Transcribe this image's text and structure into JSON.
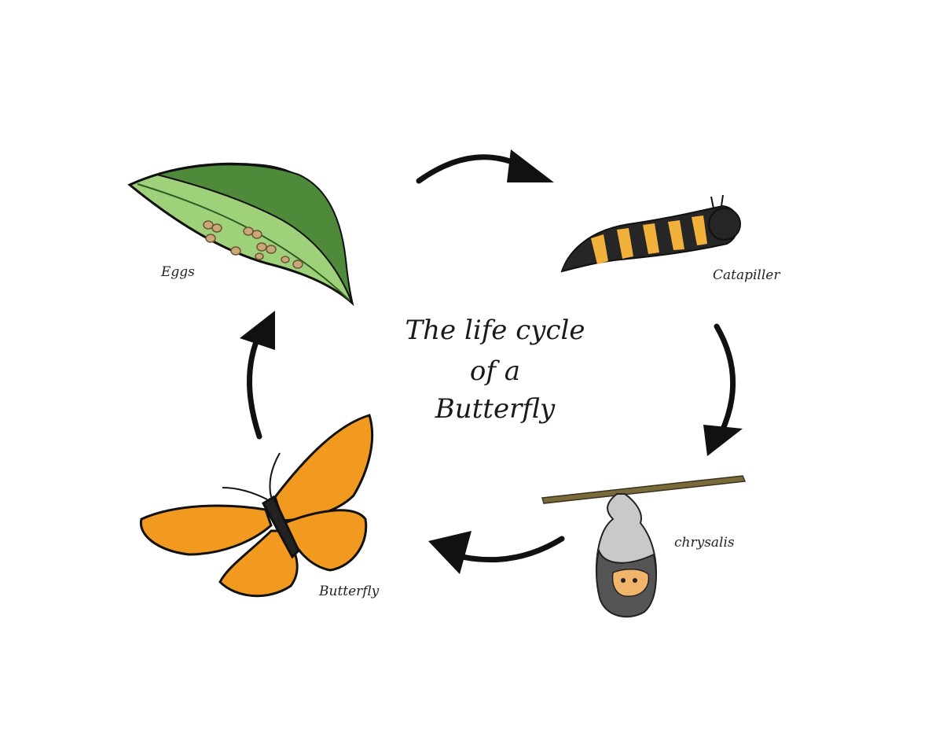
{
  "title": {
    "line1": "The life cycle",
    "line2": "of a",
    "line3": "Butterfly"
  },
  "stages": {
    "eggs": "Eggs",
    "caterpillar": "Catapiller",
    "chrysalis": "chrysalis",
    "butterfly": "Butterfly"
  },
  "colors": {
    "leaf_dark": "#4e8a3a",
    "leaf_light": "#9fd07a",
    "egg": "#c9a878",
    "caterpillar_body": "#262626",
    "caterpillar_stripe": "#f2b13a",
    "chrysalis_top": "#c9c9c9",
    "chrysalis_bottom": "#555555",
    "butterfly_orange": "#f29a1f",
    "arrow": "#111111"
  }
}
